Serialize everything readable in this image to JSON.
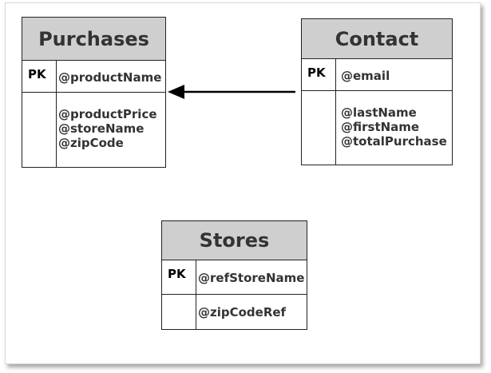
{
  "entities": {
    "purchases": {
      "title": "Purchases",
      "pk_label": "PK",
      "pk_field": "@productName",
      "fields": [
        "@productPrice",
        "@storeName",
        "@zipCode"
      ]
    },
    "contact": {
      "title": "Contact",
      "pk_label": "PK",
      "pk_field": "@email",
      "fields": [
        "@lastName",
        "@firstName",
        "@totalPurchase"
      ]
    },
    "stores": {
      "title": "Stores",
      "pk_label": "PK",
      "pk_field": "@refStoreName",
      "fields": [
        "@zipCodeRef"
      ]
    }
  },
  "relations": [
    {
      "from": "contact",
      "to": "purchases",
      "arrow": "points-to-purchases"
    }
  ],
  "colors": {
    "header_bg": "#cfcfcf",
    "text": "#333333",
    "line": "#000000"
  }
}
